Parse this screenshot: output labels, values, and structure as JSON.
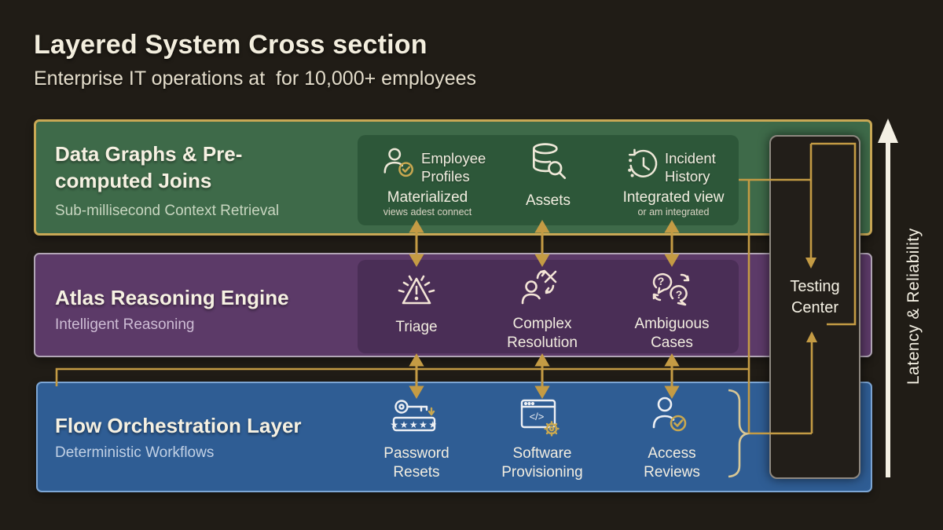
{
  "header": {
    "title": "Layered System Cross section",
    "subtitle": "Enterprise IT operations at  for 10,000+ employees"
  },
  "layers": {
    "data": {
      "title": "Data Graphs & Pre-computed Joins",
      "subtitle": "Sub-millisecond Context Retrieval",
      "items": [
        {
          "icon": "person-check-icon",
          "label": "Employee Profiles",
          "sub": "Materialized",
          "note": "views adest connect"
        },
        {
          "icon": "database-search-icon",
          "label": "Assets"
        },
        {
          "icon": "clock-history-icon",
          "label": "Incident History",
          "sub": "Integrated view",
          "note": "or am integrated"
        }
      ]
    },
    "reasoning": {
      "title": "Atlas Reasoning Engine",
      "subtitle": "Intelligent Reasoning",
      "items": [
        {
          "icon": "warning-triangle-icon",
          "label": "Triage"
        },
        {
          "icon": "person-resolution-icon",
          "label": "Complex Resolution"
        },
        {
          "icon": "question-bubbles-icon",
          "label": "Ambiguous Cases"
        }
      ]
    },
    "flow": {
      "title": "Flow Orchestration Layer",
      "subtitle": "Deterministic Workflows",
      "items": [
        {
          "icon": "password-key-icon",
          "label": "Password Resets"
        },
        {
          "icon": "app-gear-icon",
          "label": "Software Provisioning"
        },
        {
          "icon": "person-approve-icon",
          "label": "Access Reviews"
        }
      ]
    }
  },
  "testing_center": {
    "label": "Testing Center"
  },
  "axis": {
    "label": "Latency & Reliability"
  },
  "colors": {
    "background": "#201c16",
    "green_layer": "#3e6a49",
    "purple_layer": "#5c3a68",
    "blue_layer": "#2f5d94",
    "gold_border": "#c9a855",
    "gold_wire": "#c49b44",
    "brace": "#d8c795",
    "white_arrow": "#f4f0e3"
  }
}
